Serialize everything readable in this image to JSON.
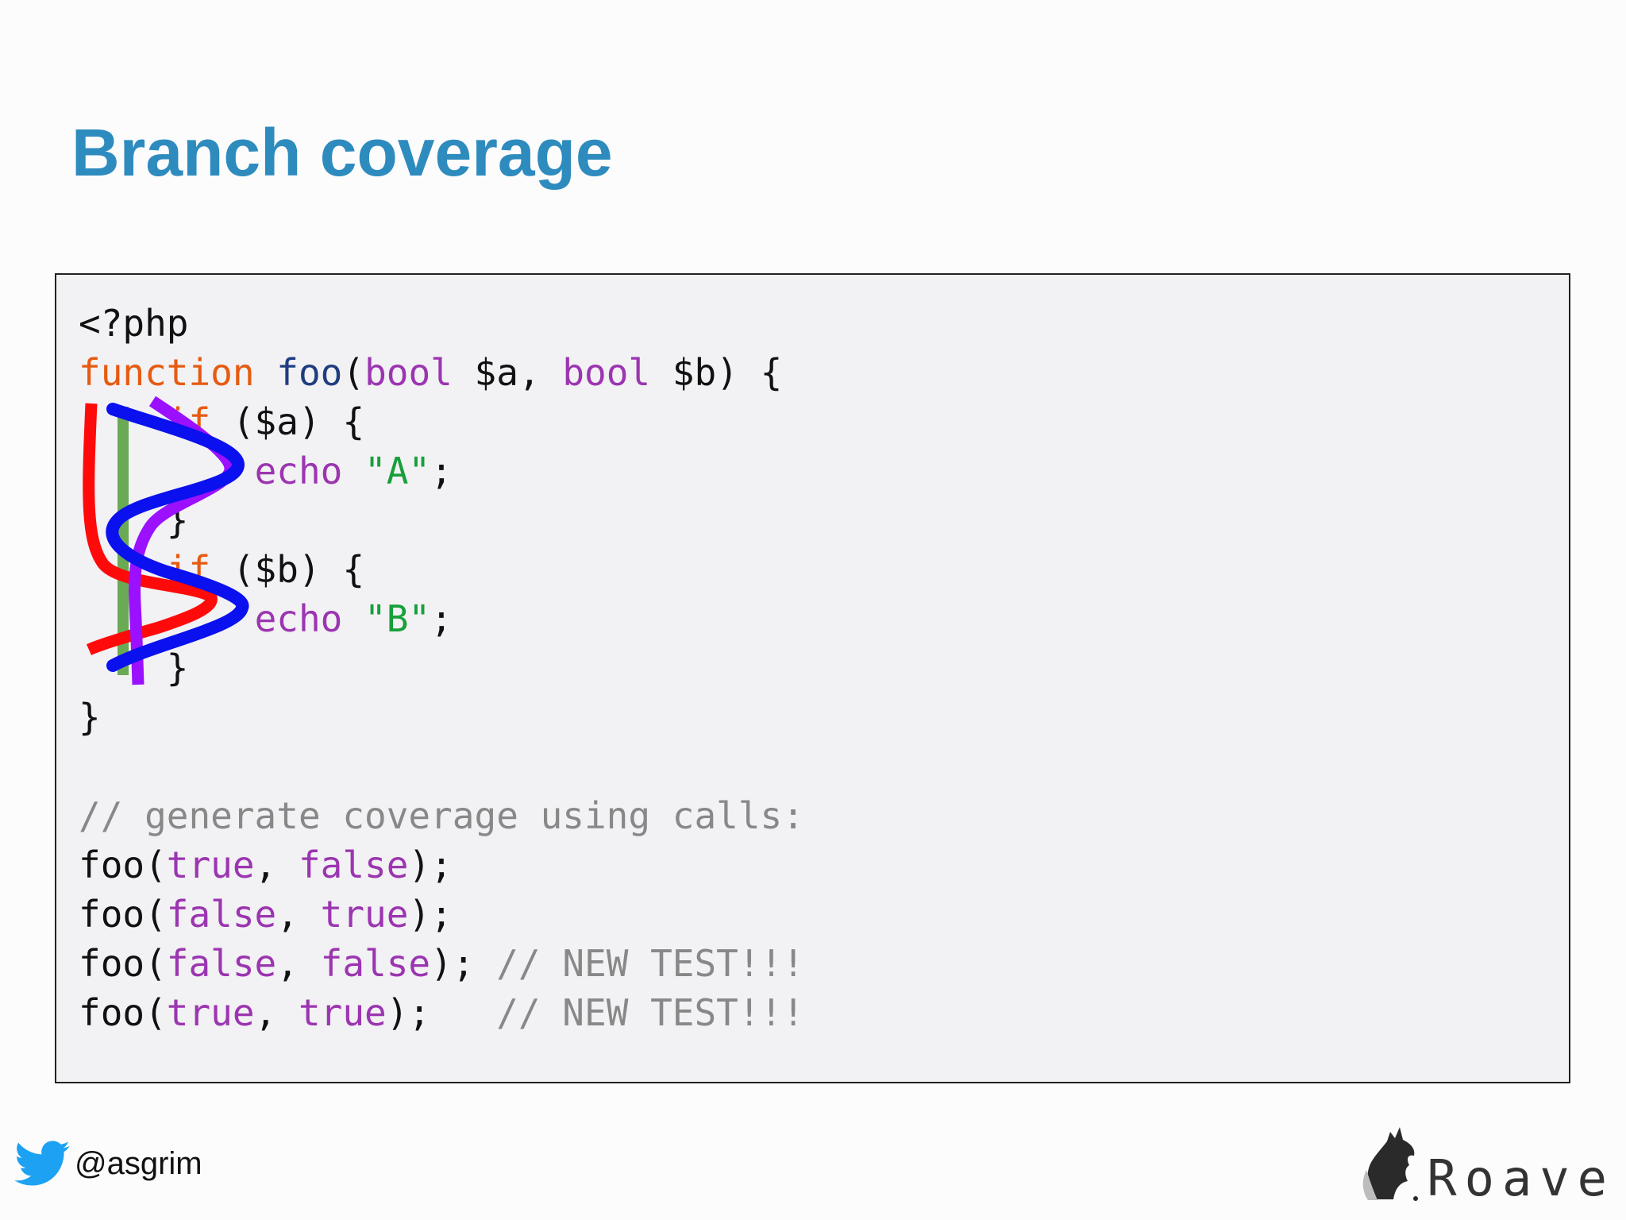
{
  "slide": {
    "title": "Branch coverage"
  },
  "code": {
    "lines": [
      [
        {
          "t": "<?php",
          "c": "plain"
        }
      ],
      [
        {
          "t": "function",
          "c": "kw"
        },
        {
          "t": " ",
          "c": "plain"
        },
        {
          "t": "foo",
          "c": "fn"
        },
        {
          "t": "(",
          "c": "plain"
        },
        {
          "t": "bool",
          "c": "type"
        },
        {
          "t": " $a, ",
          "c": "plain"
        },
        {
          "t": "bool",
          "c": "type"
        },
        {
          "t": " $b) {",
          "c": "plain"
        }
      ],
      [
        {
          "t": "    ",
          "c": "plain"
        },
        {
          "t": "if",
          "c": "kw"
        },
        {
          "t": " ($a) {",
          "c": "plain"
        }
      ],
      [
        {
          "t": "        ",
          "c": "plain"
        },
        {
          "t": "echo",
          "c": "echo"
        },
        {
          "t": " ",
          "c": "plain"
        },
        {
          "t": "\"A\"",
          "c": "str"
        },
        {
          "t": ";",
          "c": "plain"
        }
      ],
      [
        {
          "t": "    }",
          "c": "plain"
        }
      ],
      [
        {
          "t": "    ",
          "c": "plain"
        },
        {
          "t": "if",
          "c": "kw"
        },
        {
          "t": " ($b) {",
          "c": "plain"
        }
      ],
      [
        {
          "t": "        ",
          "c": "plain"
        },
        {
          "t": "echo",
          "c": "echo"
        },
        {
          "t": " ",
          "c": "plain"
        },
        {
          "t": "\"B\"",
          "c": "str"
        },
        {
          "t": ";",
          "c": "plain"
        }
      ],
      [
        {
          "t": "    }",
          "c": "plain"
        }
      ],
      [
        {
          "t": "}",
          "c": "plain"
        }
      ],
      [
        {
          "t": "",
          "c": "plain"
        }
      ],
      [
        {
          "t": "// generate coverage using calls:",
          "c": "comment"
        }
      ],
      [
        {
          "t": "foo(",
          "c": "plain"
        },
        {
          "t": "true",
          "c": "bool"
        },
        {
          "t": ", ",
          "c": "plain"
        },
        {
          "t": "false",
          "c": "bool"
        },
        {
          "t": ");",
          "c": "plain"
        }
      ],
      [
        {
          "t": "foo(",
          "c": "plain"
        },
        {
          "t": "false",
          "c": "bool"
        },
        {
          "t": ", ",
          "c": "plain"
        },
        {
          "t": "true",
          "c": "bool"
        },
        {
          "t": ");",
          "c": "plain"
        }
      ],
      [
        {
          "t": "foo(",
          "c": "plain"
        },
        {
          "t": "false",
          "c": "bool"
        },
        {
          "t": ", ",
          "c": "plain"
        },
        {
          "t": "false",
          "c": "bool"
        },
        {
          "t": "); ",
          "c": "plain"
        },
        {
          "t": "// NEW TEST!!!",
          "c": "comment"
        }
      ],
      [
        {
          "t": "foo(",
          "c": "plain"
        },
        {
          "t": "true",
          "c": "bool"
        },
        {
          "t": ", ",
          "c": "plain"
        },
        {
          "t": "true",
          "c": "bool"
        },
        {
          "t": ");   ",
          "c": "plain"
        },
        {
          "t": "// NEW TEST!!!",
          "c": "comment"
        }
      ]
    ]
  },
  "paths": [
    {
      "name": "red",
      "color": "#ff0a0a"
    },
    {
      "name": "green",
      "color": "#6aaa55"
    },
    {
      "name": "purple",
      "color": "#9a10ff"
    },
    {
      "name": "blue",
      "color": "#0a10ee"
    }
  ],
  "footer": {
    "handle": "@asgrim",
    "brand": "Roave",
    "twitter_color": "#1da1f2"
  }
}
